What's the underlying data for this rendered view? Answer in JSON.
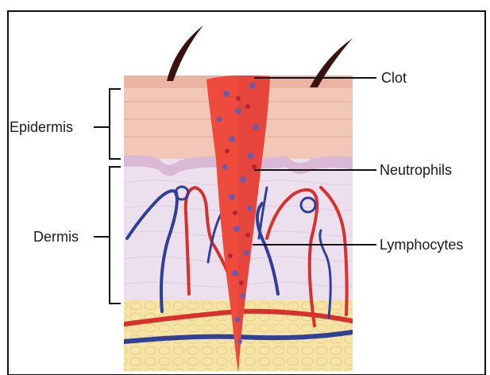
{
  "labels": {
    "epidermis": "Epidermis",
    "dermis": "Dermis",
    "clot": "Clot",
    "neutrophils": "Neutrophils",
    "lymphocytes": "Lymphocytes"
  },
  "colors": {
    "frame": "#111111",
    "epidermis_layer": "#f2c7b7",
    "epidermis_surface": "#e9a996",
    "basal_layer": "#e2c6de",
    "dermis_layer": "#ede0ee",
    "fat_layer": "#f6e3a6",
    "clot": "#ee4b3d",
    "clot_dark": "#c9322a",
    "neutrophil": "#6f5aa8",
    "lymphocyte": "#d83a3f",
    "artery": "#d9302b",
    "vein": "#2f3f9a",
    "hair": "#3b1010",
    "pointer_line": "#111111"
  }
}
